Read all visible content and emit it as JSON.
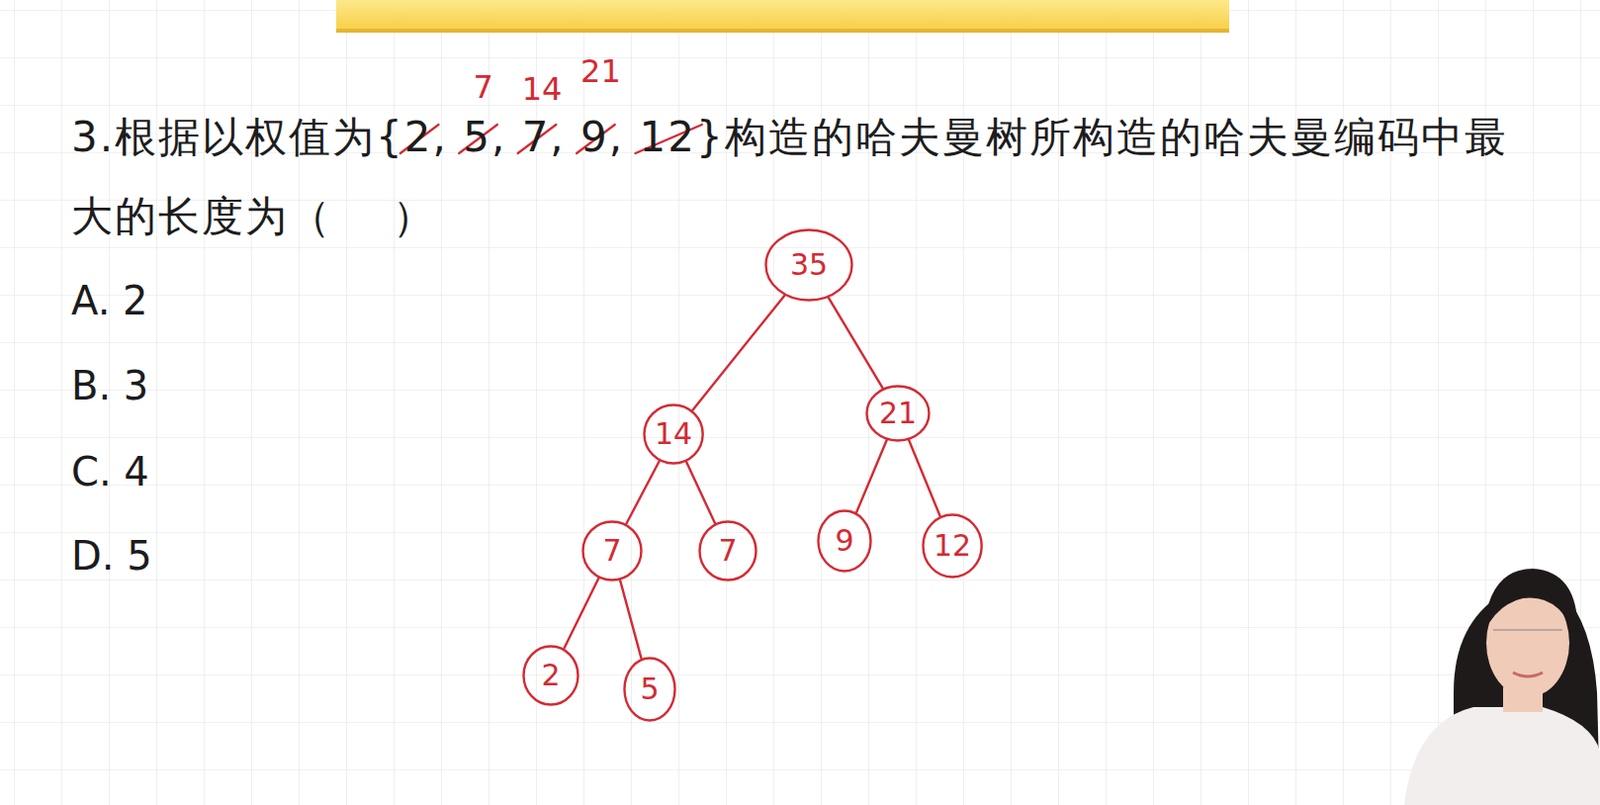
{
  "diagram": {
    "nodes": [
      {
        "text": [
          "35"
        ]
      },
      {
        "text": [
          "14"
        ]
      },
      {
        "text": [
          "21"
        ]
      },
      {
        "text": [
          "7"
        ]
      },
      {
        "text": [
          "7"
        ]
      },
      {
        "text": [
          "9"
        ]
      },
      {
        "text": [
          "12"
        ]
      },
      {
        "text": [
          "2"
        ]
      },
      {
        "text": [
          "5"
        ]
      }
    ],
    "edges": [
      {
        "from": 0,
        "to": 1,
        "arrow": "none"
      },
      {
        "from": 0,
        "to": 2,
        "arrow": "none"
      },
      {
        "from": 1,
        "to": 3,
        "arrow": "none"
      },
      {
        "from": 1,
        "to": 4,
        "arrow": "none"
      },
      {
        "from": 2,
        "to": 5,
        "arrow": "none"
      },
      {
        "from": 2,
        "to": 6,
        "arrow": "none"
      },
      {
        "from": 3,
        "to": 7,
        "arrow": "none"
      },
      {
        "from": 3,
        "to": 8,
        "arrow": "none"
      }
    ],
    "labels": [
      "3.根据以权值为{2, 5, 7, 9, 12}构造的哈夫曼树所构造的哈夫曼编码中最大的长度为（    ）",
      "A. 2",
      "B. 3",
      "C. 4",
      "D. 5",
      "7",
      "14",
      "21"
    ]
  }
}
